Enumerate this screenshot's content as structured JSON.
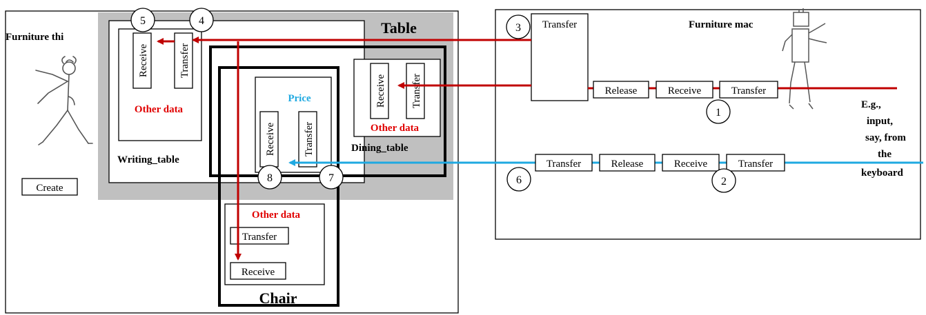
{
  "labels": {
    "furniture_thing": "Furniture thi",
    "furniture_machine": "Furniture mac",
    "table": "Table",
    "chair": "Chair",
    "writing_table": "Writing_table",
    "dining_table": "Dining_table",
    "price": "Price",
    "other_data": "Other data",
    "create": "Create",
    "receive": "Receive",
    "transfer": "Transfer",
    "release": "Release",
    "input_note": [
      "E.g.,",
      "input,",
      "say, from",
      "the",
      "keyboard"
    ]
  },
  "markers": [
    "1",
    "2",
    "3",
    "4",
    "5",
    "6",
    "7",
    "8"
  ],
  "colors": {
    "red_flow": "#c00000",
    "blue_flow": "#1fa9e1",
    "table_background": "#c0c0c0"
  }
}
